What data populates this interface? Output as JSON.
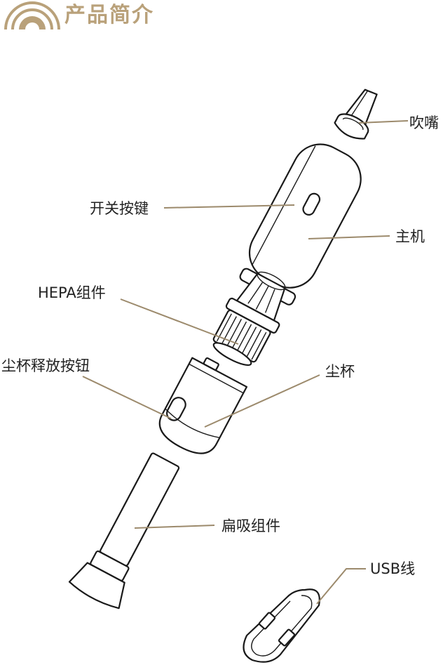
{
  "header": {
    "title": "产品简介",
    "accent_color": "#b9a17a",
    "icon": "half-circle-logo-icon"
  },
  "callouts": {
    "nozzle": "吹嘴",
    "power_button": "开关按键",
    "main_body": "主机",
    "hepa": "HEPA组件",
    "release_button": "尘杯释放按钮",
    "dust_cup": "尘杯",
    "flat_suction": "扁吸组件",
    "usb_cable": "USB线"
  },
  "colors": {
    "leader_line": "#9c8a6c",
    "outline": "#1a1a1a"
  }
}
